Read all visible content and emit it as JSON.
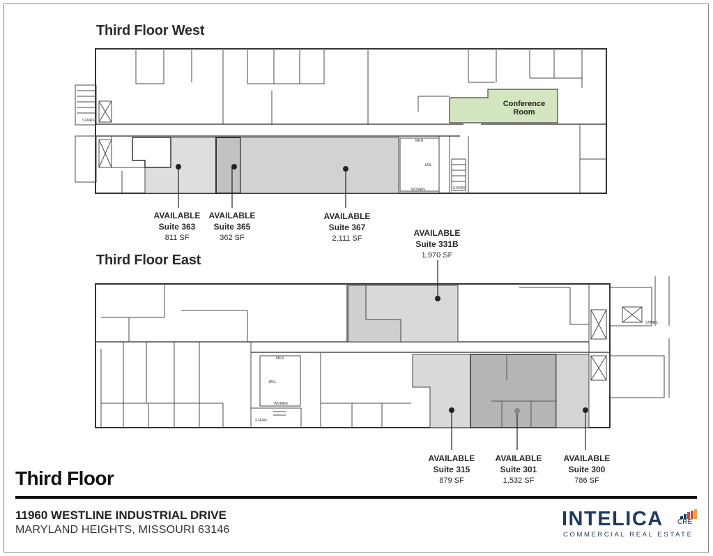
{
  "west": {
    "title": "Third Floor West",
    "conference_label_line1": "Conference",
    "conference_label_line2": "Room",
    "plan_labels": {
      "men": "MEN",
      "women": "WOMEN",
      "jan": "JAN.",
      "stairs_left": "STAIRS",
      "stairs_mid": "STAIRS"
    },
    "suites": [
      {
        "status": "AVAILABLE",
        "suite": "Suite 363",
        "size": "811 SF"
      },
      {
        "status": "AVAILABLE",
        "suite": "Suite 365",
        "size": "362 SF"
      },
      {
        "status": "AVAILABLE",
        "suite": "Suite 367",
        "size": "2,111 SF"
      }
    ]
  },
  "east": {
    "title": "Third Floor East",
    "plan_labels": {
      "men": "MEN",
      "women": "WOMEN",
      "jan": "JAN.",
      "stairs_left": "STAIRS",
      "stairs_right": "STAIRS"
    },
    "suites": [
      {
        "status": "AVAILABLE",
        "suite": "Suite 331B",
        "size": "1,970 SF"
      },
      {
        "status": "AVAILABLE",
        "suite": "Suite 315",
        "size": "879 SF"
      },
      {
        "status": "AVAILABLE",
        "suite": "Suite 301",
        "size": "1,532 SF"
      },
      {
        "status": "AVAILABLE",
        "suite": "Suite 300",
        "size": "786 SF"
      }
    ]
  },
  "footer": {
    "floor_title": "Third Floor",
    "address_line1": "11960 WESTLINE INDUSTRIAL DRIVE",
    "address_line2": "MARYLAND HEIGHTS, MISSOURI 63146"
  },
  "logo": {
    "wordmark": "INTELICA",
    "superscript": "CRE",
    "tagline": "COMMERCIAL REAL ESTATE"
  },
  "colors": {
    "available_light": "#d9d9d9",
    "available_dark": "#b3b3b3",
    "conference": "#d4e6bf",
    "wall": "#3a3a3a",
    "logo_navy": "#1f3a5c",
    "logo_accent": "#d8473a"
  }
}
